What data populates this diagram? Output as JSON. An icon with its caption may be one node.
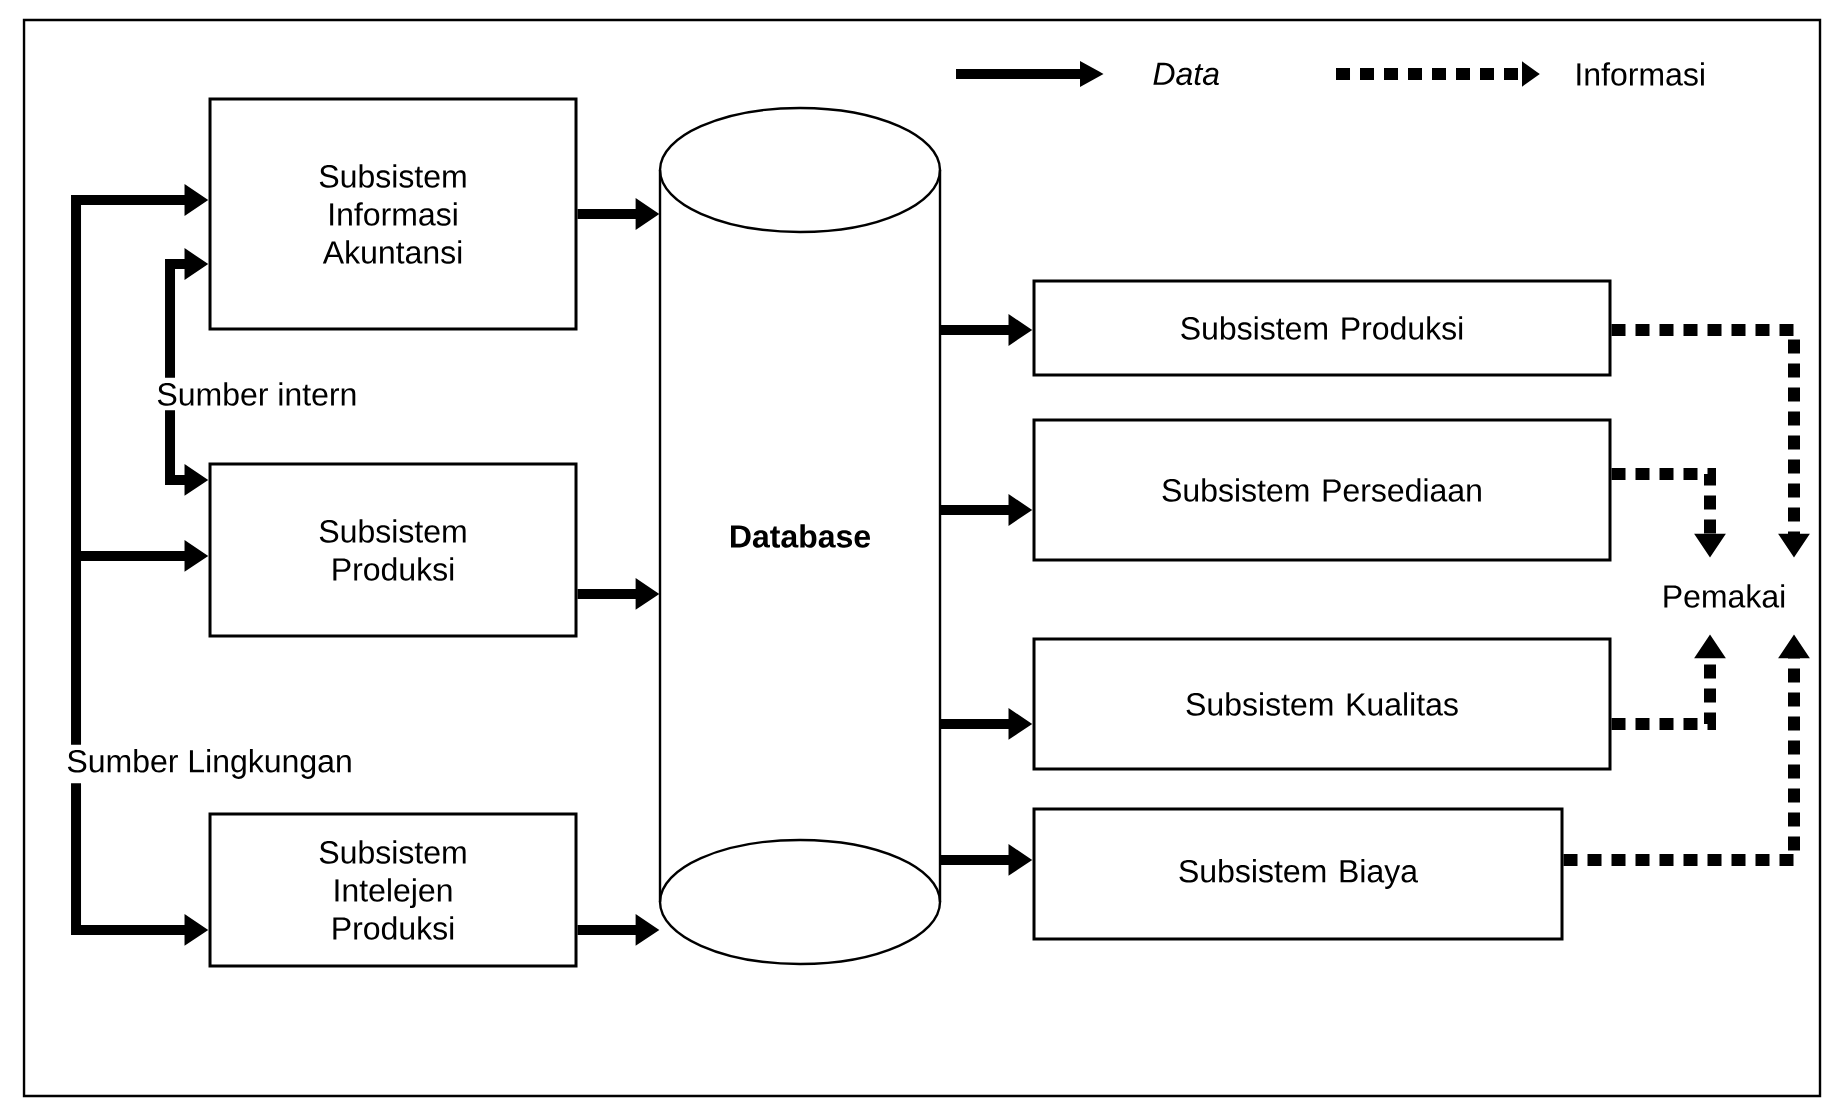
{
  "diagram": {
    "nodes": [
      {
        "text": [
          "Sumber Lingkungan"
        ]
      },
      {
        "text": [
          "Sumber intern"
        ]
      },
      {
        "text": [
          "Subsistem Informasi Akuntansi"
        ]
      },
      {
        "text": [
          "Subsistem Produksi"
        ]
      },
      {
        "text": [
          "Subsistem Intelejen Produksi"
        ]
      },
      {
        "text": [
          "Database"
        ]
      },
      {
        "text": [
          "Subsistem Produksi"
        ]
      },
      {
        "text": [
          "Subsistem Persediaan"
        ]
      },
      {
        "text": [
          "Subsistem Kualitas"
        ]
      },
      {
        "text": [
          "Subsistem Biaya"
        ]
      },
      {
        "text": [
          "Pemakai"
        ]
      }
    ],
    "edges": [
      {
        "from": 0,
        "to": 2,
        "arrow": "to"
      },
      {
        "from": 0,
        "to": 3,
        "arrow": "to"
      },
      {
        "from": 0,
        "to": 4,
        "arrow": "to"
      },
      {
        "from": 1,
        "to": 2,
        "arrow": "to"
      },
      {
        "from": 1,
        "to": 3,
        "arrow": "to"
      },
      {
        "from": 2,
        "to": 5,
        "arrow": "to"
      },
      {
        "from": 3,
        "to": 5,
        "arrow": "to"
      },
      {
        "from": 4,
        "to": 5,
        "arrow": "to"
      },
      {
        "from": 5,
        "to": 6,
        "arrow": "to"
      },
      {
        "from": 5,
        "to": 7,
        "arrow": "to"
      },
      {
        "from": 5,
        "to": 8,
        "arrow": "to"
      },
      {
        "from": 5,
        "to": 9,
        "arrow": "to"
      },
      {
        "from": 6,
        "to": 10,
        "arrow": "to",
        "style": "dashed"
      },
      {
        "from": 7,
        "to": 10,
        "arrow": "to",
        "style": "dashed"
      },
      {
        "from": 8,
        "to": 10,
        "arrow": "to",
        "style": "dashed"
      },
      {
        "from": 9,
        "to": 10,
        "arrow": "to",
        "style": "dashed"
      }
    ],
    "legend": [
      {
        "text": "Data"
      },
      {
        "text": "Informasi"
      }
    ]
  }
}
